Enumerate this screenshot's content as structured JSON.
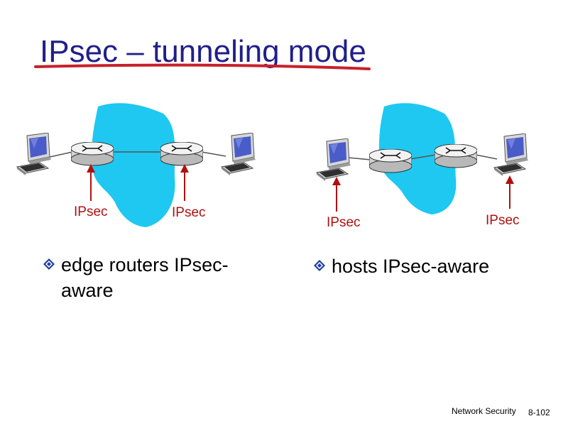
{
  "slide": {
    "title": "IPsec – tunneling mode"
  },
  "diagrams": {
    "left": {
      "label_a": "IPsec",
      "label_b": "IPsec"
    },
    "right": {
      "label_a": "IPsec",
      "label_b": "IPsec"
    }
  },
  "bullets": {
    "left": "edge routers IPsec-aware",
    "right": "hosts IPsec-aware"
  },
  "footer": {
    "section": "Network Security",
    "page": "8-102"
  },
  "colors": {
    "title": "#1f1f8a",
    "underline": "#c8202a",
    "cloud": "#1ec8f0",
    "arrow": "#b01010",
    "label": "#b01010",
    "bullet_marker": "#1f3fa0"
  },
  "icons": [
    "host-computer-icon",
    "router-icon",
    "arrow-up-icon",
    "diamond-bullet-icon"
  ]
}
